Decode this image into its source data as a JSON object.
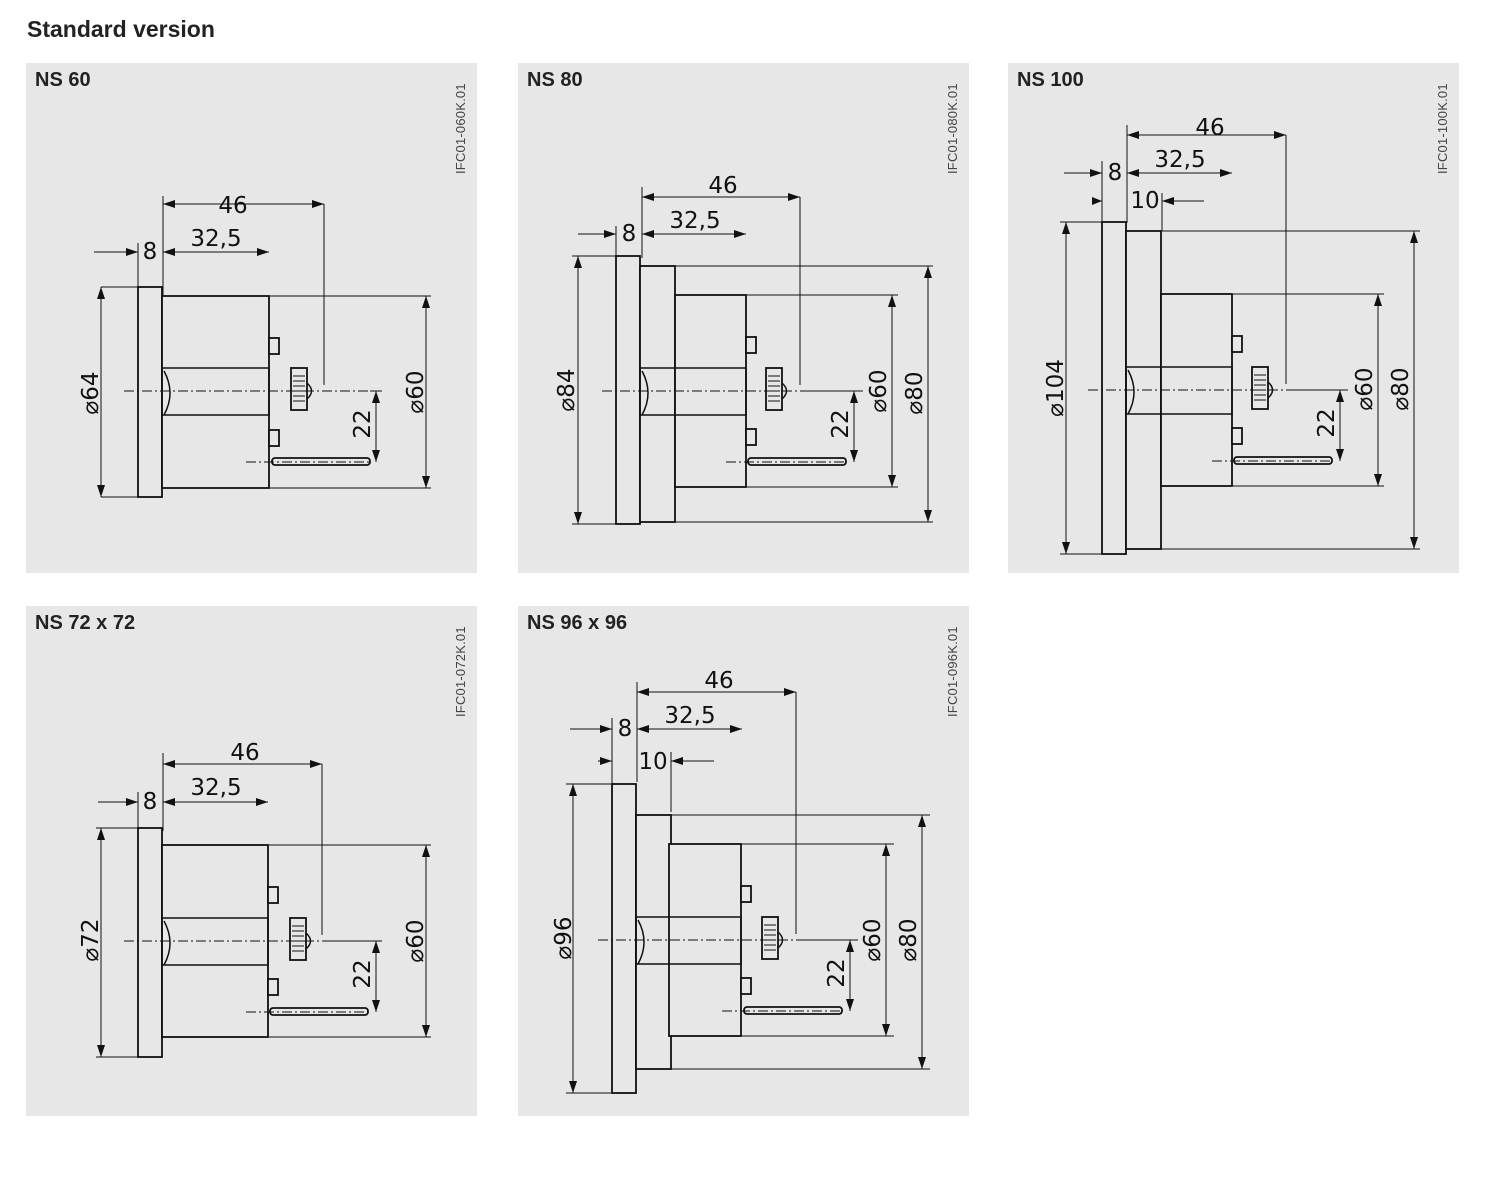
{
  "section": {
    "title": "Standard version"
  },
  "panels": [
    {
      "title": "NS 60",
      "code": "IFC01-060K.01",
      "dims": {
        "front": "8",
        "depth_total": "46",
        "depth_case": "32,5",
        "flange_dia": "⌀64",
        "case_dia": "⌀60",
        "spindle": "22"
      }
    },
    {
      "title": "NS 80",
      "code": "IFC01-080K.01",
      "dims": {
        "front": "8",
        "depth_total": "46",
        "depth_case": "32,5",
        "flange_dia": "⌀84",
        "case_dia": "⌀60",
        "outer_dia": "⌀80",
        "spindle": "22"
      }
    },
    {
      "title": "NS 100",
      "code": "IFC01-100K.01",
      "dims": {
        "front": "8",
        "bezel": "10",
        "depth_total": "46",
        "depth_case": "32,5",
        "flange_dia": "⌀104",
        "case_dia": "⌀60",
        "outer_dia": "⌀80",
        "spindle": "22"
      }
    },
    {
      "title": "NS 72 x 72",
      "code": "IFC01-072K.01",
      "dims": {
        "front": "8",
        "depth_total": "46",
        "depth_case": "32,5",
        "flange_dia": "⌀72",
        "case_dia": "⌀60",
        "spindle": "22"
      }
    },
    {
      "title": "NS 96 x 96",
      "code": "IFC01-096K.01",
      "dims": {
        "front": "8",
        "bezel": "10",
        "depth_total": "46",
        "depth_case": "32,5",
        "flange_dia": "⌀96",
        "case_dia": "⌀60",
        "outer_dia": "⌀80",
        "spindle": "22"
      }
    }
  ]
}
